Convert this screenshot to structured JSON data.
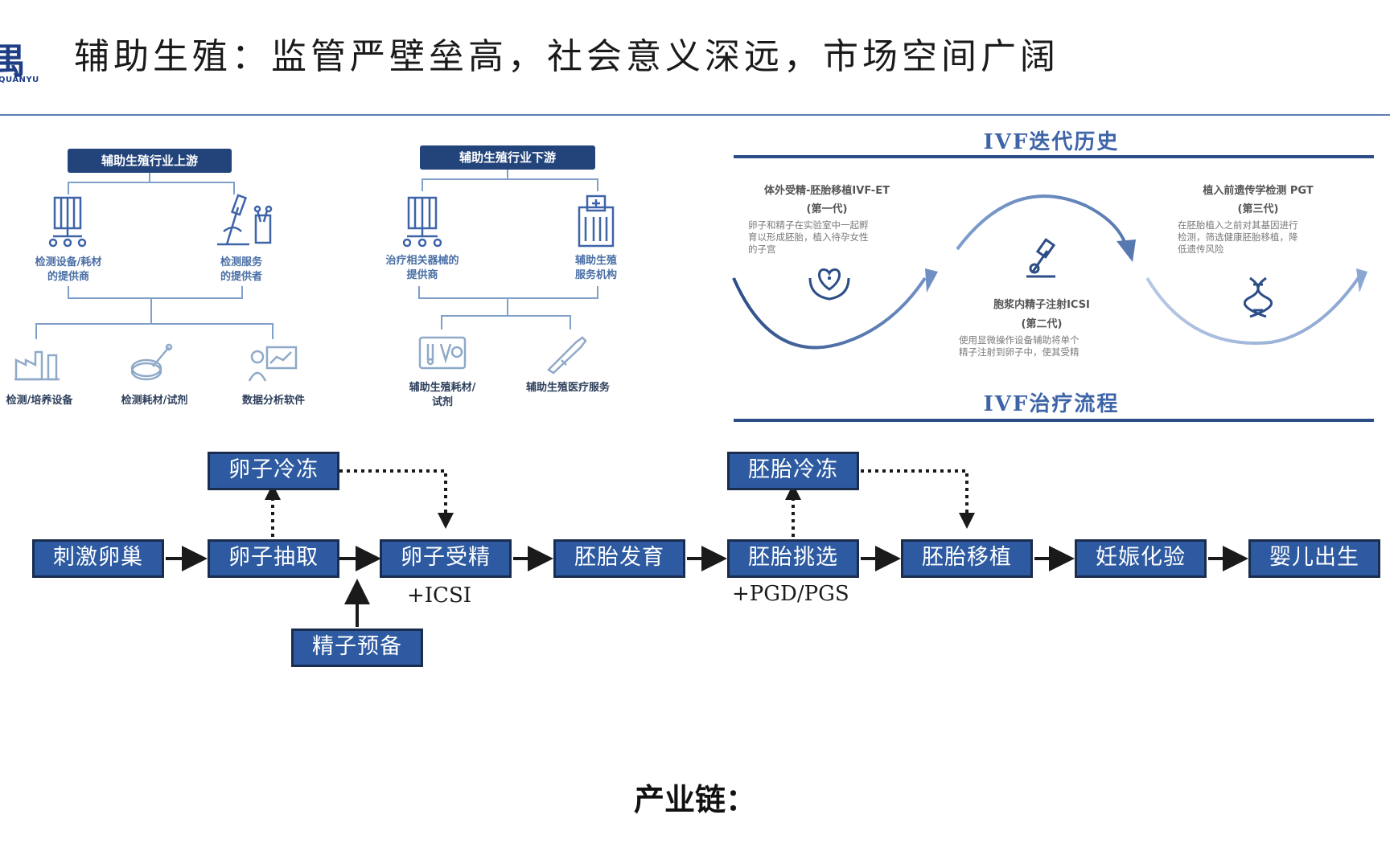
{
  "header": {
    "logo_char": "禺",
    "logo_sub": "QUANYU",
    "title": "辅助生殖：监管严壁垒高，社会意义深远，市场空间广阔"
  },
  "industry": {
    "upstream_title": "辅助生殖行业上游",
    "downstream_title": "辅助生殖行业下游",
    "upstream_items": [
      "检测设备/耗材\n的提供商",
      "检测服务\n的提供者"
    ],
    "upstream_sub": [
      "检测/培养设备",
      "检测耗材/试剂",
      "数据分析软件"
    ],
    "downstream_items": [
      "治疗相关器械的\n提供商",
      "辅助生殖\n服务机构"
    ],
    "downstream_sub": [
      "辅助生殖耗材/\n试剂",
      "辅助生殖医疗服务"
    ]
  },
  "ivf_history": {
    "title": "IVF迭代历史",
    "gen1": {
      "name": "体外受精-胚胎移植IVF-ET",
      "gen": "(第一代)",
      "desc": "卵子和精子在实验室中一起孵\n育以形成胚胎，植入待孕女性\n的子宫"
    },
    "gen2": {
      "name": "胞浆内精子注射ICSI",
      "gen": "(第二代)",
      "desc": "使用显微操作设备辅助将单个\n精子注射到卵子中，使其受精"
    },
    "gen3": {
      "name": "植入前遗传学检测 PGT",
      "gen": "(第三代)",
      "desc": "在胚胎植入之前对其基因进行\n检测，筛选健康胚胎移植，降\n低遗传风险"
    }
  },
  "ivf_process": {
    "title": "IVF治疗流程",
    "steps": [
      "刺激卵巢",
      "卵子抽取",
      "卵子受精",
      "胚胎发育",
      "胚胎挑选",
      "胚胎移植",
      "妊娠化验",
      "婴儿出生"
    ],
    "freeze_egg": "卵子冷冻",
    "freeze_embryo": "胚胎冷冻",
    "sperm_prep": "精子预备",
    "note_icsi": "+ICSI",
    "note_pgd": "+PGD/PGS"
  },
  "footer": {
    "caption": "产业链："
  },
  "colors": {
    "box_fill": "#2d5aa0",
    "box_border": "#1a2d4e",
    "accent": "#3e64a8",
    "dark_blue": "#22447a"
  }
}
